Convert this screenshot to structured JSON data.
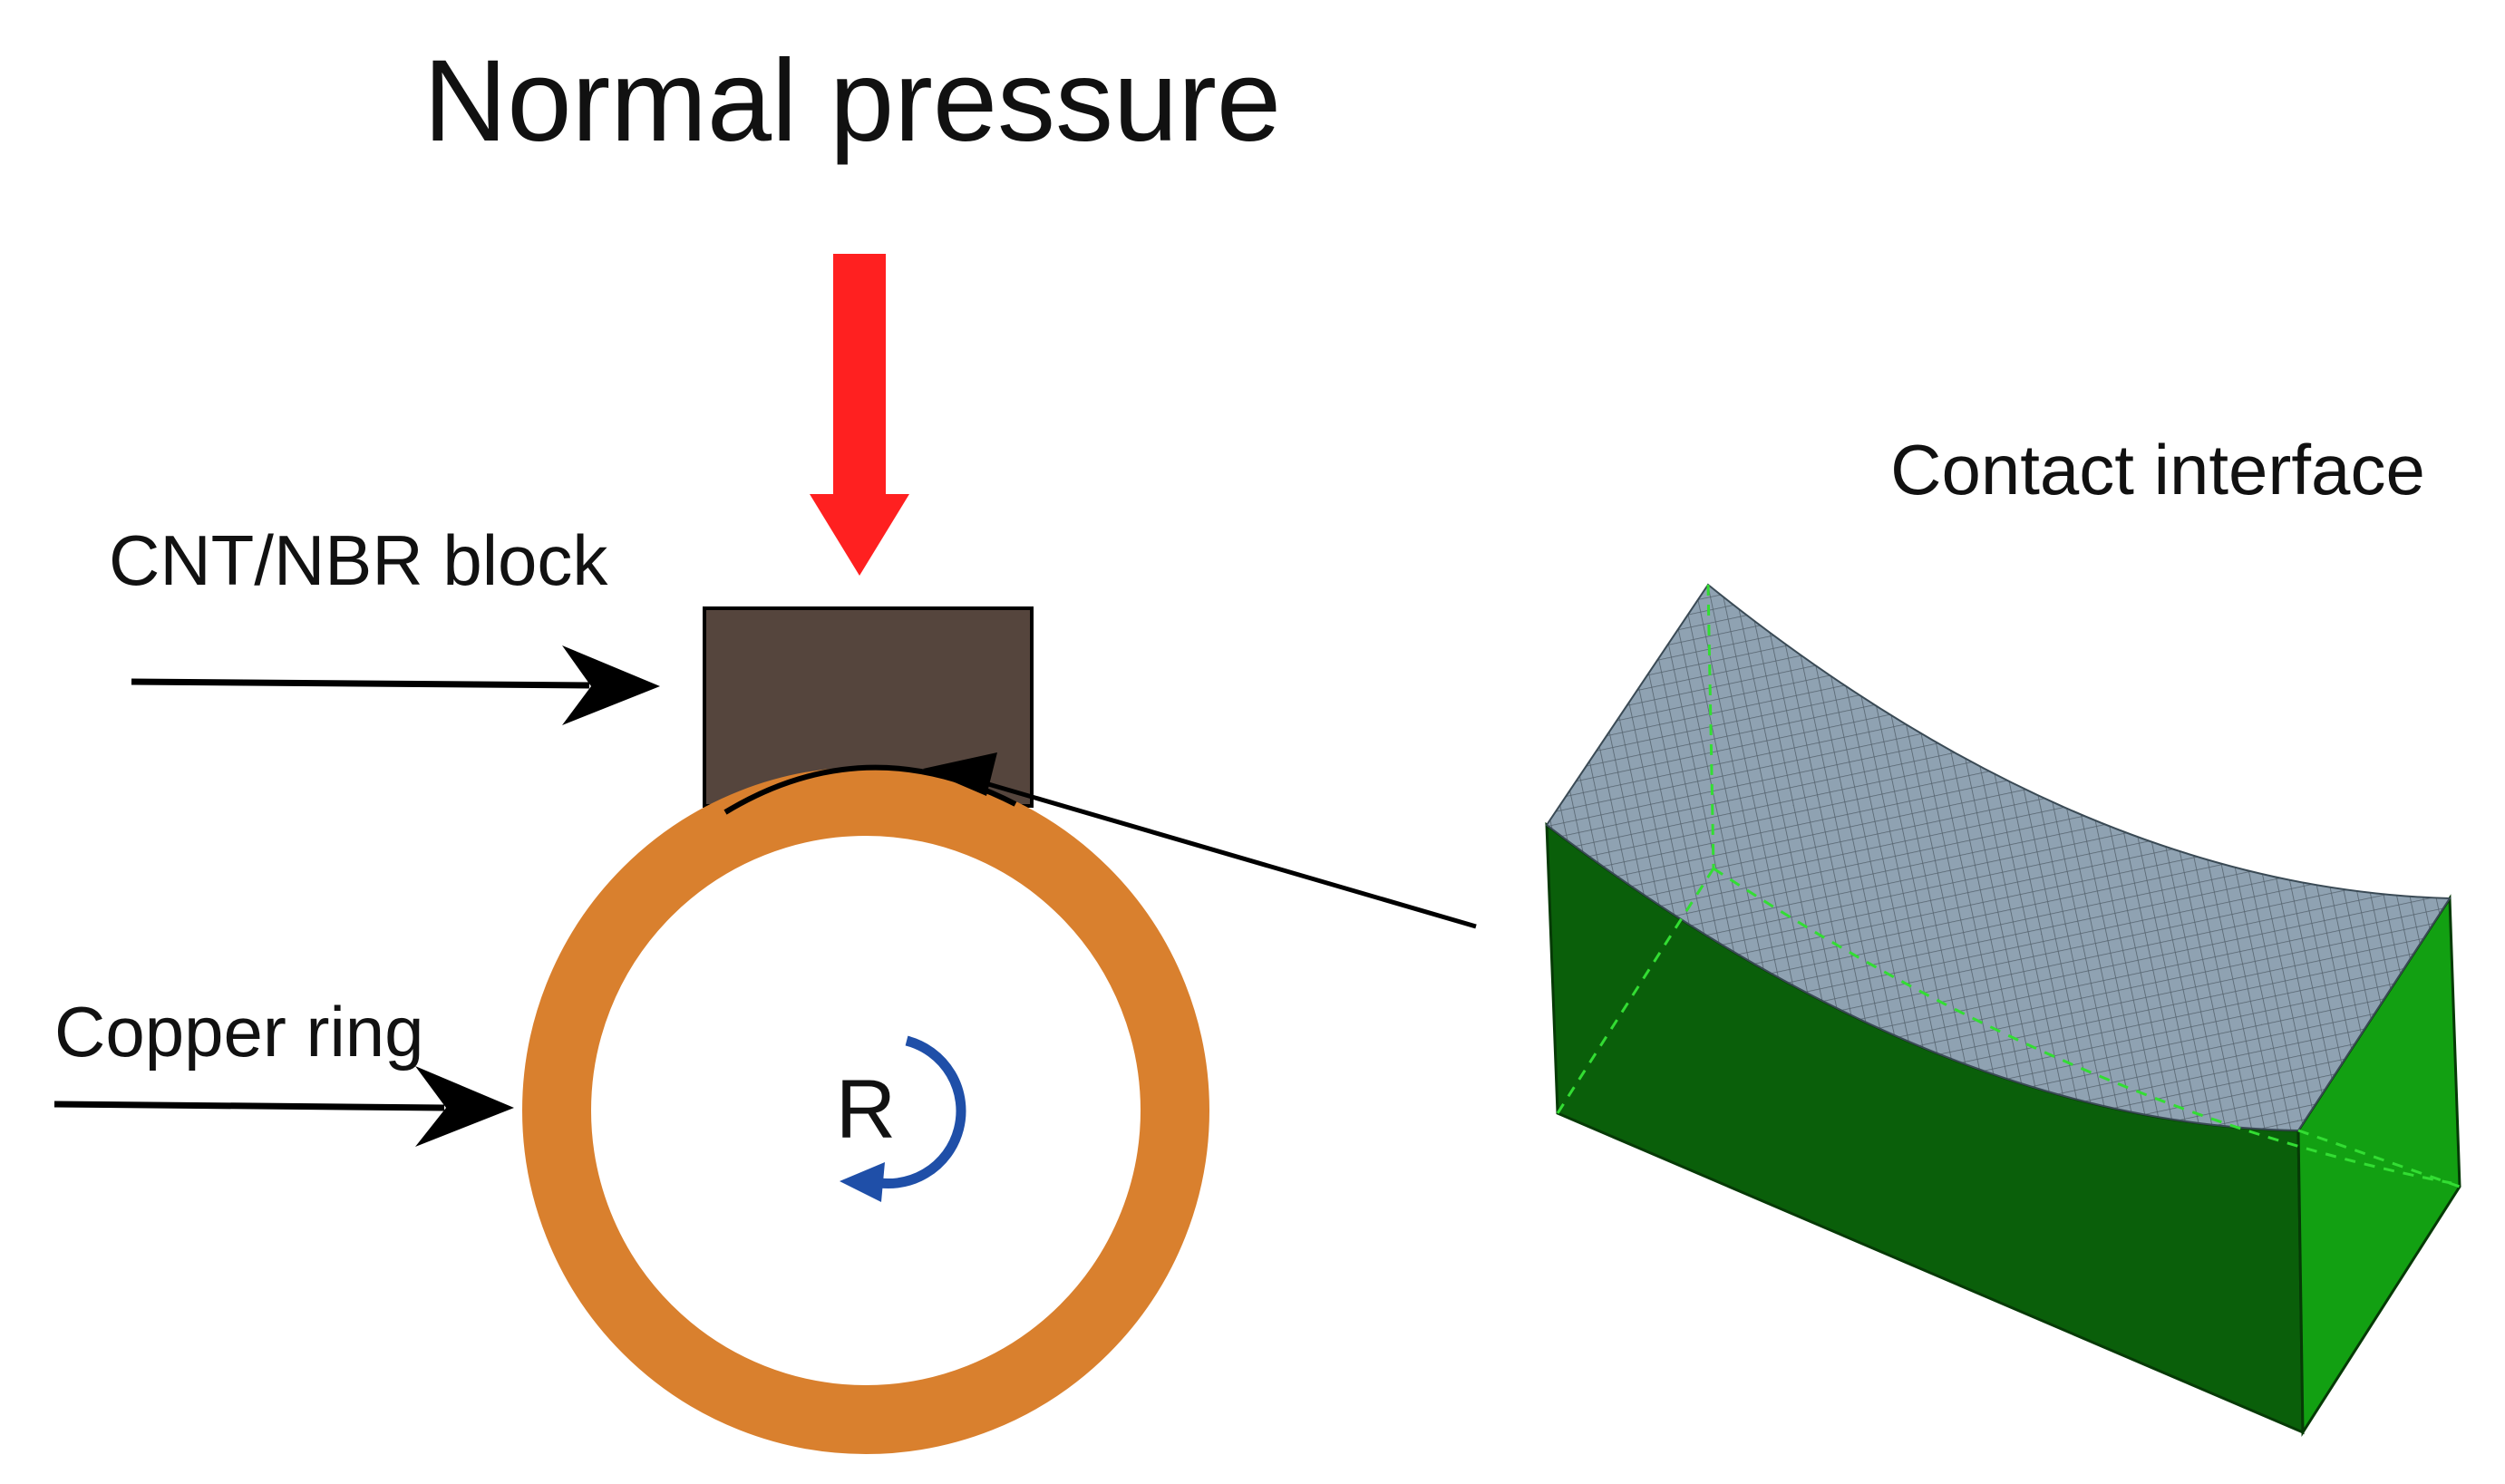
{
  "title": "Normal pressure",
  "labels": {
    "block": "CNT/NBR block",
    "ring": "Copper ring",
    "rotation": "R",
    "interface": "Contact interface"
  },
  "colors": {
    "pressure_arrow": "#ff2020",
    "block_fill": "#55453d",
    "ring": "#d9802e",
    "rotation_arrow": "#1f4fa8",
    "mesh_surface": "#8fa2b2",
    "mesh_lines": "#55636e",
    "front_face": "#0a5f0a",
    "side_face": "#12a012",
    "edge_highlight": "#33dd33",
    "leader_lines": "#000000"
  },
  "icons": {
    "pressure": "arrow-down-icon",
    "rotation": "rotate-counterclockwise-icon"
  }
}
